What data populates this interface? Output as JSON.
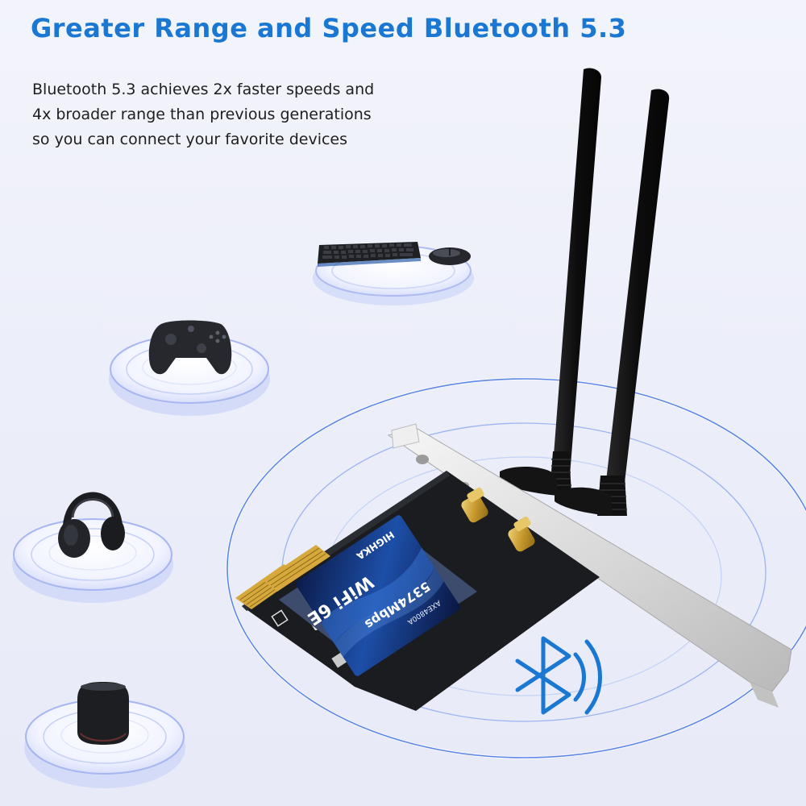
{
  "headline": "Greater Range and Speed Bluetooth 5.3",
  "description": [
    "Bluetooth 5.3 achieves 2x faster speeds and",
    "4x broader range than previous generations",
    "so you can connect your favorite devices"
  ],
  "card": {
    "brand": "HIGHKA",
    "model": "WiFi 6E",
    "chip": "AXE4800A",
    "speed": "5374Mbps"
  },
  "devices": [
    "keyboard-and-mouse",
    "game-controller",
    "headphones",
    "smart-speaker"
  ],
  "icons": {
    "bluetooth": "bluetooth-icon"
  },
  "colors": {
    "accent": "#1a78d2",
    "bluetooth": "#1a78d2",
    "text": "#1e1e1e"
  }
}
